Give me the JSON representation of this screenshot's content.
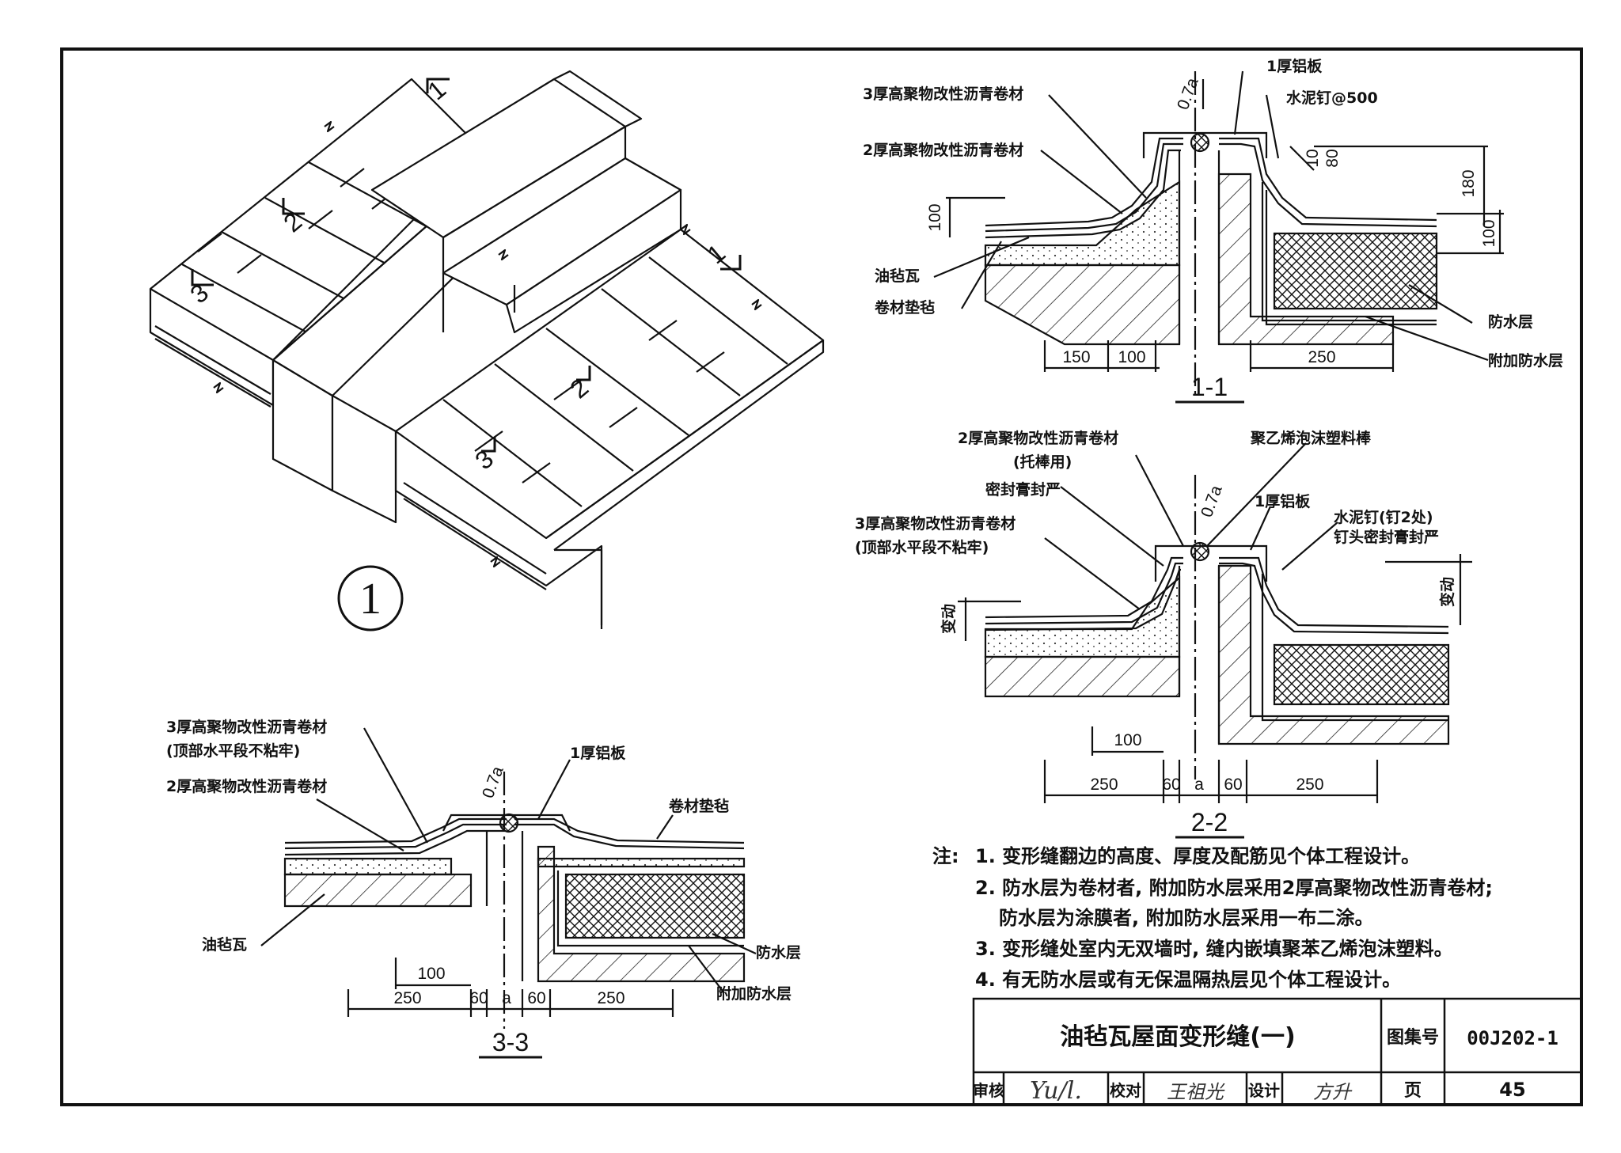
{
  "section_1_1": {
    "labels": {
      "l3mm_membrane": "3厚高聚物改性沥青卷材",
      "l2mm_membrane": "2厚高聚物改性沥青卷材",
      "aluminum": "1厚铝板",
      "nail": "水泥钉@500",
      "shingle": "油毡瓦",
      "underlay": "卷材垫毡",
      "waterproof": "防水层",
      "extra_waterproof": "附加防水层"
    },
    "dims": {
      "d150": "150",
      "d100a": "100",
      "d250": "250",
      "h100": "100",
      "h180": "180",
      "h80": "80",
      "h10": "10",
      "h100b": "100",
      "gap": "0.7a"
    },
    "title": "1-1"
  },
  "section_2_2": {
    "labels": {
      "l2mm": "2厚高聚物改性沥青卷材",
      "l2mm_note": "(托棒用)",
      "sealant": "密封膏封严",
      "l3mm": "3厚高聚物改性沥青卷材",
      "l3mm_note": "(顶部水平段不粘牢)",
      "foam_rod": "聚乙烯泡沫塑料棒",
      "aluminum": "1厚铝板",
      "nail": "水泥钉(钉2处)",
      "nail_seal": "钉头密封膏封严",
      "var_left": "变动",
      "var_right": "变动"
    },
    "dims": {
      "d100": "100",
      "d250a": "250",
      "d60a": "60",
      "da": "a",
      "d60b": "60",
      "d250b": "250",
      "gap": "0.7a"
    },
    "title": "2-2"
  },
  "section_3_3": {
    "labels": {
      "l3mm": "3厚高聚物改性沥青卷材",
      "l3mm_note": "(顶部水平段不粘牢)",
      "l2mm": "2厚高聚物改性沥青卷材",
      "aluminum": "1厚铝板",
      "underlay": "卷材垫毡",
      "shingle": "油毡瓦",
      "waterproof": "防水层",
      "extra_waterproof": "附加防水层"
    },
    "dims": {
      "d100": "100",
      "d250a": "250",
      "d60a": "60",
      "da": "a",
      "d60b": "60",
      "d250b": "250",
      "gap": "0.7a"
    },
    "title": "3-3"
  },
  "iso": {
    "detail_number": "1",
    "cut1a": "1",
    "cut1b": "1",
    "cut2a": "2",
    "cut2b": "2",
    "cut3a": "3",
    "cut3b": "3"
  },
  "notes": {
    "head": "注:",
    "items": [
      "1. 变形缝翻边的高度、厚度及配筋见个体工程设计。",
      "2. 防水层为卷材者, 附加防水层采用2厚高聚物改性沥青卷材;",
      "防水层为涂膜者, 附加防水层采用一布二涂。",
      "3. 变形缝处室内无双墙时, 缝内嵌填聚苯乙烯泡沫塑料。",
      "4. 有无防水层或有无保温隔热层见个体工程设计。"
    ]
  },
  "title_block": {
    "title": "油毡瓦屋面变形缝(一)",
    "atlas_label": "图集号",
    "atlas_no": "00J202-1",
    "review": "审核",
    "check": "校对",
    "design": "设计",
    "page_label": "页",
    "page_no": "45",
    "sig_review": "Yu/l.",
    "sig_check": "王祖光",
    "sig_design": "方升"
  }
}
